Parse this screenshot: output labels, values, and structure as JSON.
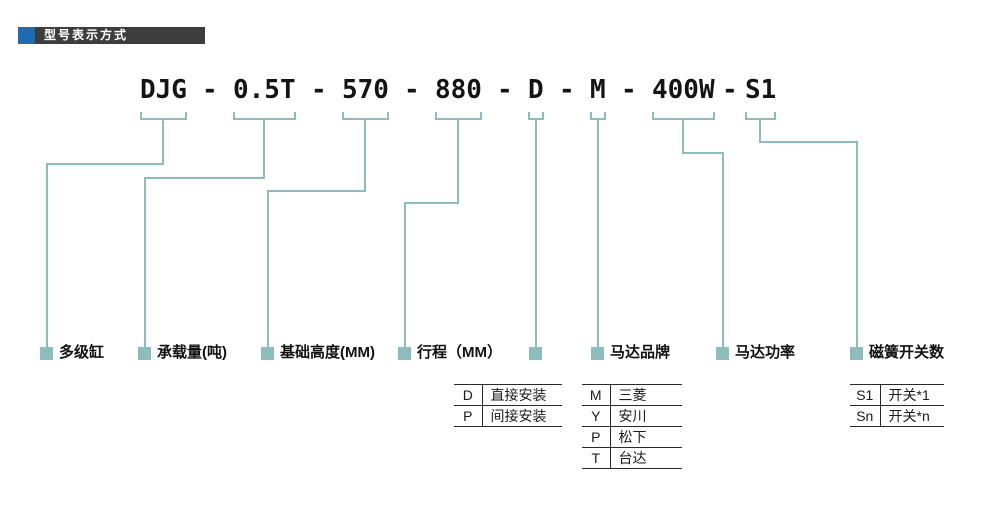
{
  "colors": {
    "accent_teal": "#8cbcbc",
    "header_bar": "#3d3d3d",
    "header_square": "#1c6cb4"
  },
  "header": {
    "title": "型号表示方式"
  },
  "model": {
    "separator": "-",
    "full_code": "DJG - 0.5T - 570 - 880 - D - M - 400W - S1",
    "segments": [
      {
        "code": "DJG",
        "meaning": "多级缸"
      },
      {
        "code": "0.5T",
        "meaning": "承载量(吨)"
      },
      {
        "code": "570",
        "meaning": "基础高度(MM)"
      },
      {
        "code": "880",
        "meaning": "行程（MM）"
      },
      {
        "code": "D",
        "meaning": ""
      },
      {
        "code": "M",
        "meaning": "马达品牌"
      },
      {
        "code": "400W",
        "meaning": "马达功率"
      },
      {
        "code": "S1",
        "meaning": "磁簧开关数"
      }
    ]
  },
  "tables": {
    "mounting": {
      "rows": [
        {
          "key": "D",
          "value": "直接安装"
        },
        {
          "key": "P",
          "value": "间接安装"
        }
      ]
    },
    "motor_brand": {
      "rows": [
        {
          "key": "M",
          "value": "三菱"
        },
        {
          "key": "Y",
          "value": "安川"
        },
        {
          "key": "P",
          "value": "松下"
        },
        {
          "key": "T",
          "value": "台达"
        }
      ]
    },
    "reed_switch": {
      "rows": [
        {
          "key": "S1",
          "value": "开关*1"
        },
        {
          "key": "Sn",
          "value": "开关*n"
        }
      ]
    }
  }
}
